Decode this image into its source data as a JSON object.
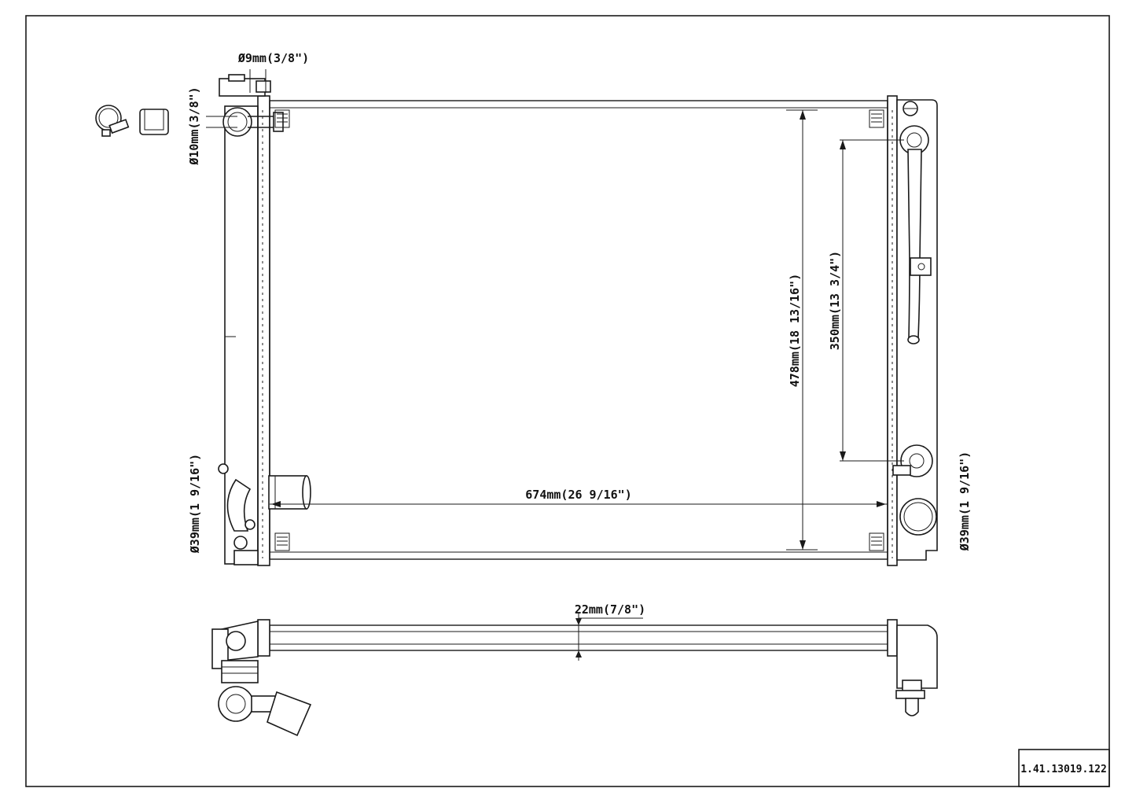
{
  "dimensions": {
    "top_inlet": "Ø9mm(3/8\")",
    "top_pipe": "Ø10mm(3/8\")",
    "left_lower_port": "Ø39mm(1 9/16\")",
    "right_lower_port": "Ø39mm(1 9/16\")",
    "core_height": "478mm(18 13/16\")",
    "oil_cooler_spacing": "350mm(13 3/4\")",
    "core_width": "674mm(26 9/16\")",
    "core_thickness": "22mm(7/8\")"
  },
  "part_number": "1.41.13019.122"
}
